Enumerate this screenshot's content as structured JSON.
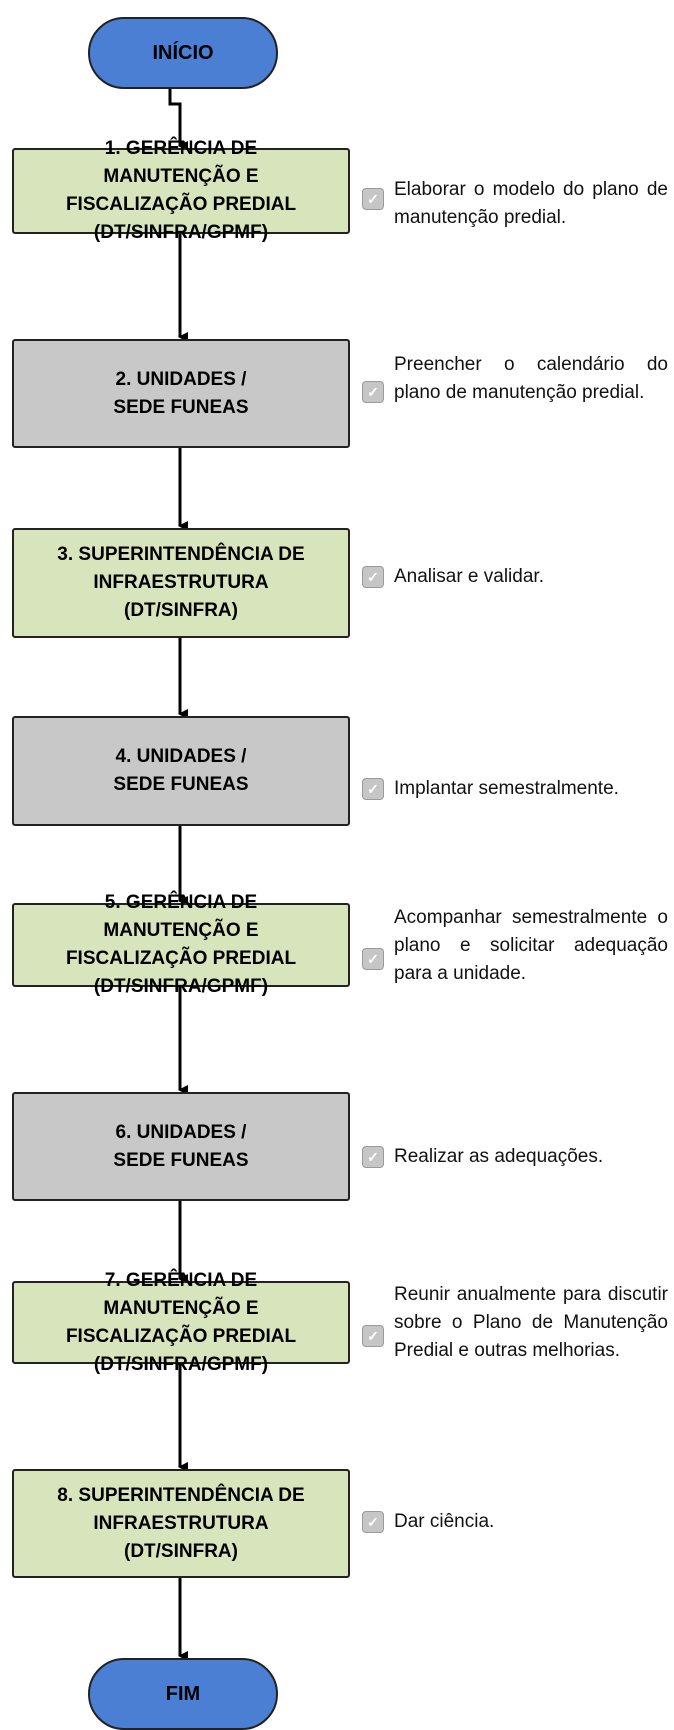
{
  "start": {
    "label": "INÍCIO"
  },
  "end": {
    "label": "FIM"
  },
  "check_icon": "checkbox-checked-icon",
  "colors": {
    "terminal": "#4a7fd4",
    "green_step": "#d8e4bc",
    "gray_step": "#c8c8c8"
  },
  "steps": [
    {
      "lines": [
        "1. GERÊNCIA DE",
        "MANUTENÇÃO  E",
        "FISCALIZAÇÃO PREDIAL",
        "(DT/SINFRA/GPMF)"
      ],
      "style": "green",
      "note": "Elaborar o modelo do plano de manutenção predial."
    },
    {
      "lines": [
        "2. UNIDADES /",
        "SEDE FUNEAS"
      ],
      "style": "gray",
      "note": "Preencher o calendário do plano de manutenção predial."
    },
    {
      "lines": [
        "3. SUPERINTENDÊNCIA DE",
        "INFRAESTRUTURA",
        "(DT/SINFRA)"
      ],
      "style": "green",
      "note": "Analisar e validar."
    },
    {
      "lines": [
        "4. UNIDADES /",
        "SEDE FUNEAS"
      ],
      "style": "gray",
      "note": "Implantar semestralmente."
    },
    {
      "lines": [
        "5. GERÊNCIA DE",
        "MANUTENÇÃO  E",
        "FISCALIZAÇÃO PREDIAL",
        "(DT/SINFRA/GPMF)"
      ],
      "style": "green",
      "note": "Acompanhar semestralmente o plano e solicitar adequação para a unidade."
    },
    {
      "lines": [
        "6. UNIDADES /",
        "SEDE FUNEAS"
      ],
      "style": "gray",
      "note": "Realizar as adequações."
    },
    {
      "lines": [
        "7. GERÊNCIA DE",
        "MANUTENÇÃO  E",
        "FISCALIZAÇÃO PREDIAL",
        "(DT/SINFRA/GPMF)"
      ],
      "style": "green",
      "note": "Reunir anualmente para discutir sobre o Plano de Manutenção Predial e outras melhorias."
    },
    {
      "lines": [
        "8. SUPERINTENDÊNCIA DE",
        "INFRAESTRUTURA",
        "(DT/SINFRA)"
      ],
      "style": "green",
      "note": "Dar ciência."
    }
  ]
}
